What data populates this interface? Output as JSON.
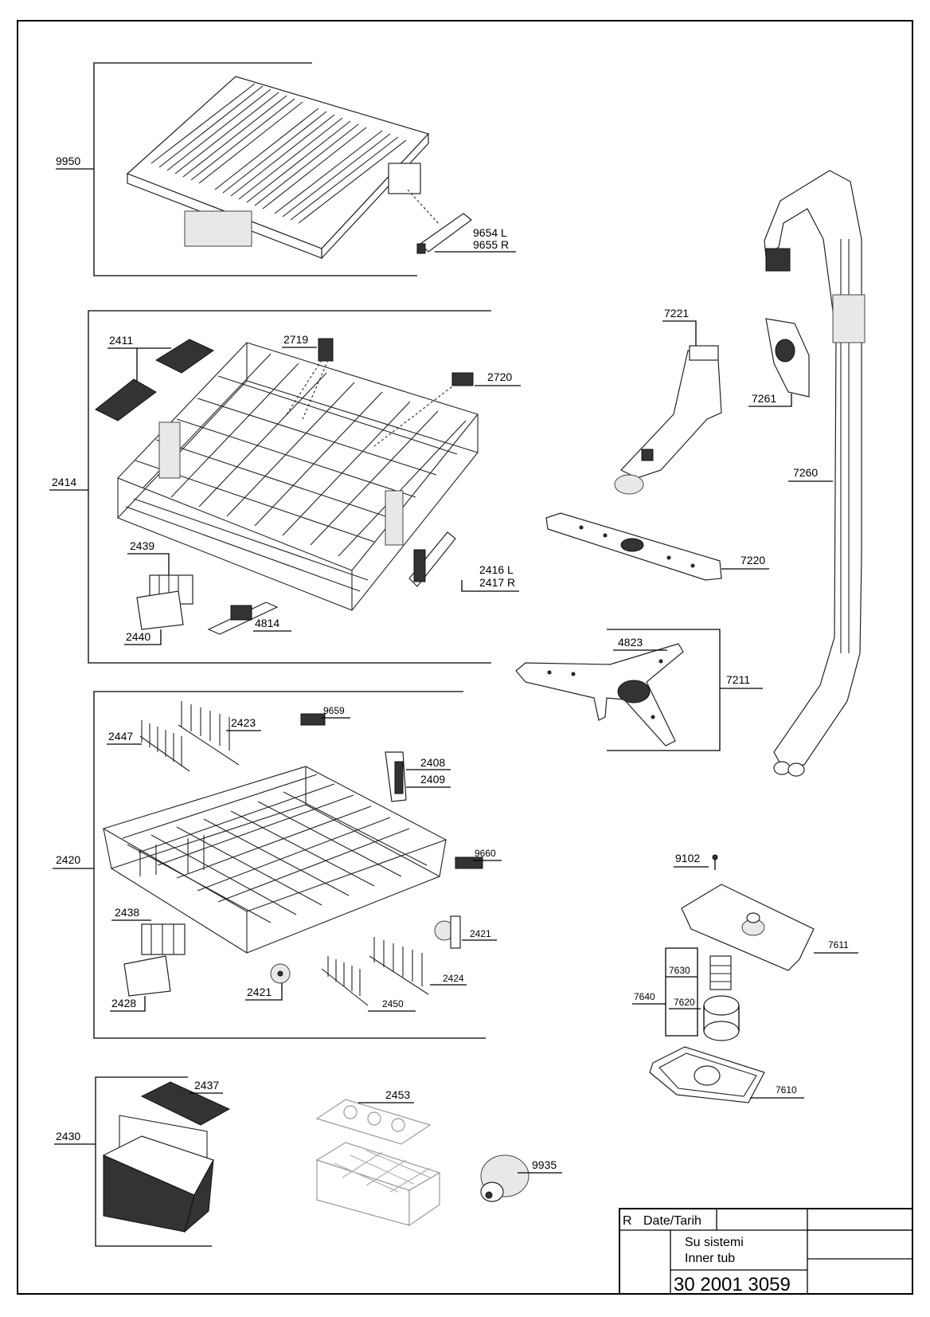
{
  "parts": {
    "p9950": "9950",
    "p9654": "9654 L",
    "p9655": "9655 R",
    "p2411": "2411",
    "p2719": "2719",
    "p2720": "2720",
    "p2414": "2414",
    "p2439": "2439",
    "p2416": "2416 L",
    "p2417": "2417 R",
    "p2440": "2440",
    "p4814": "4814",
    "p7221": "7221",
    "p7261": "7261",
    "p7260": "7260",
    "p7220": "7220",
    "p4823": "4823",
    "p7211": "7211",
    "p2423": "2423",
    "p9659": "9659",
    "p2447": "2447",
    "p2408": "2408",
    "p2409": "2409",
    "p2420": "2420",
    "p9660": "9660",
    "p2438": "2438",
    "p2421a": "2421",
    "p2424": "2424",
    "p2421b": "2421",
    "p2428": "2428",
    "p2450": "2450",
    "p9102": "9102",
    "p7611": "7611",
    "p7630": "7630",
    "p7640": "7640",
    "p7620": "7620",
    "p7610": "7610",
    "p2437": "2437",
    "p2430": "2430",
    "p2453": "2453",
    "p9935": "9935"
  },
  "title_block": {
    "rev": "R",
    "date_label": "Date/Tarih",
    "name_tr": "Su sistemi",
    "name_en": "Inner tub",
    "drawing_number": "30 2001 3059"
  }
}
